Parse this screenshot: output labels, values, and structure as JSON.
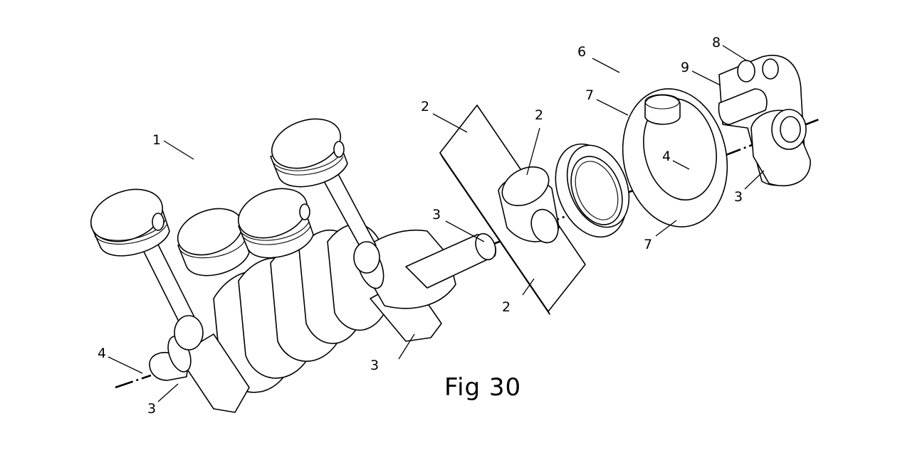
{
  "figure": {
    "caption": "Fig 30",
    "reference_numerals": {
      "engine_block": "1",
      "plate": "2",
      "shaft_end": "3",
      "axis": "4",
      "assembly": "6",
      "ring": "7",
      "bracket_upper": "8",
      "bracket_arm": "9"
    }
  },
  "colors": {
    "line": "#000000",
    "background": "#ffffff"
  }
}
